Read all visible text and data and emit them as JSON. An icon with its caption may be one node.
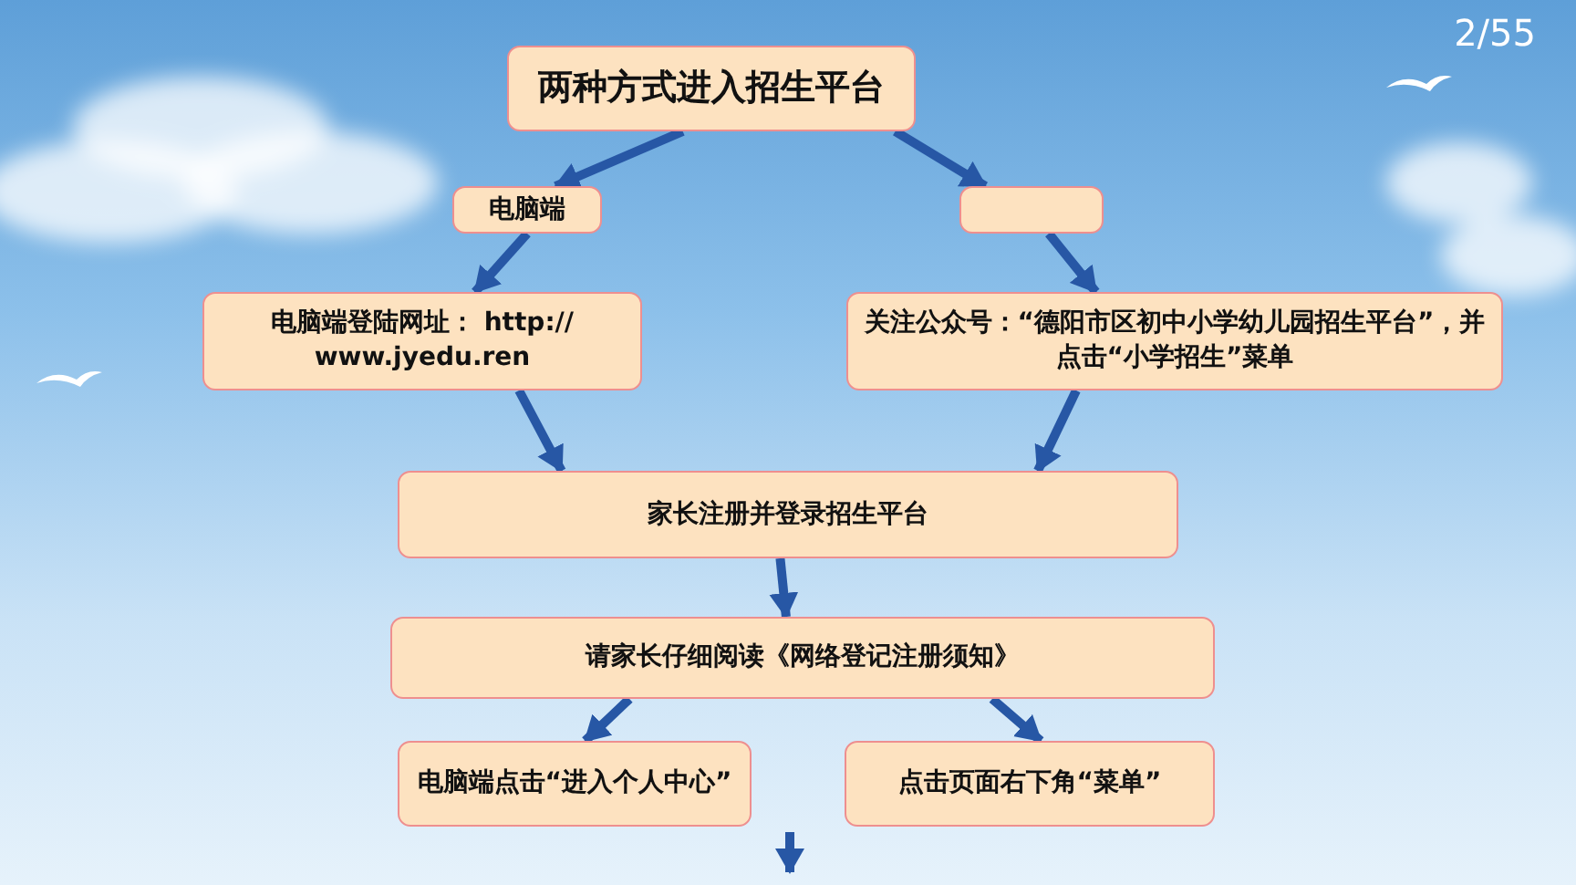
{
  "diagram": {
    "nodes": [
      {
        "text": [
          "两种方式进入招生平台"
        ]
      },
      {
        "text": [
          "电脑端"
        ]
      },
      {
        "text": [],
        "shape": "box"
      },
      {
        "text": [
          "电脑端登陆网址： http:// www.jyedu.ren"
        ]
      },
      {
        "text": [
          "关注公众号：“德阳市区初中小学幼儿园招生平台”，并点击“小学招生”菜单"
        ]
      },
      {
        "text": [
          "家长注册并登录招生平台"
        ]
      },
      {
        "text": [
          "请家长仔细阅读《网络登记注册须知》"
        ]
      },
      {
        "text": [
          "电脑端点击“进入个人中心”"
        ]
      },
      {
        "text": [
          "点击页面右下角“菜单”"
        ]
      }
    ],
    "edges": [
      {
        "from": 0,
        "to": 1,
        "arrow": "to"
      },
      {
        "from": 0,
        "to": 2,
        "arrow": "to"
      },
      {
        "from": 1,
        "to": 3,
        "arrow": "to"
      },
      {
        "from": 2,
        "to": 4,
        "arrow": "to"
      },
      {
        "from": 3,
        "to": 5,
        "arrow": "to"
      },
      {
        "from": 4,
        "to": 5,
        "arrow": "to"
      },
      {
        "from": 5,
        "to": 6,
        "arrow": "to"
      },
      {
        "from": 6,
        "to": 7,
        "arrow": "to"
      },
      {
        "from": 6,
        "to": 8,
        "arrow": "to"
      }
    ],
    "labels": [
      "2/55"
    ]
  }
}
